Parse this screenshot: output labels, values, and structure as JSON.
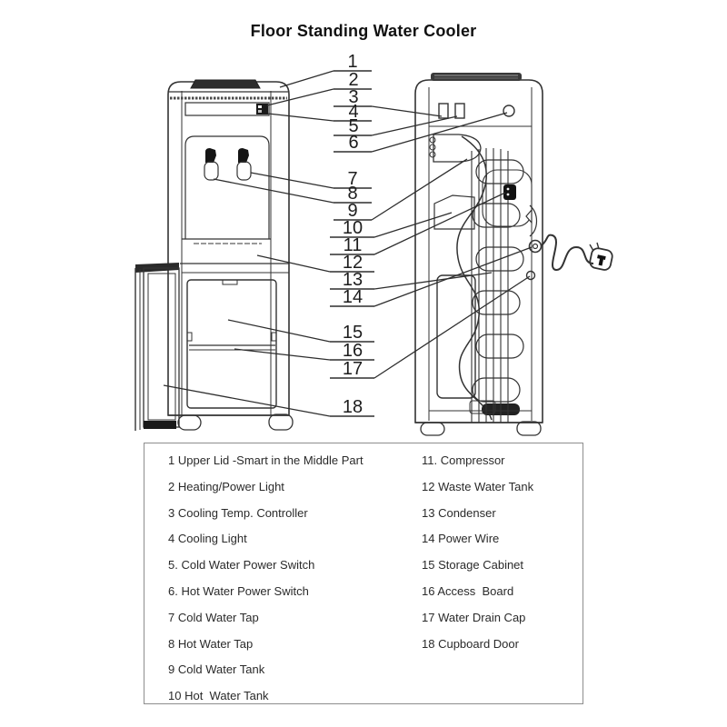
{
  "title": "Floor Standing Water Cooler",
  "colors": {
    "ink": "#333333",
    "paper": "#ffffff",
    "dark_fill": "#262626"
  },
  "callouts": [
    "1",
    "2",
    "3",
    "4",
    "5",
    "6",
    "7",
    "8",
    "9",
    "10",
    "11",
    "12",
    "13",
    "14",
    "15",
    "16",
    "17",
    "18"
  ],
  "legend": {
    "left": [
      "1 Upper Lid -Smart in the Middle Part",
      "2 Heating/Power Light",
      "3 Cooling Temp. Controller",
      "4 Cooling Light",
      "5. Cold Water Power Switch",
      "6. Hot Water Power Switch",
      "7 Cold Water Tap",
      "8 Hot Water Tap",
      "9 Cold Water Tank",
      "10 Hot  Water Tank"
    ],
    "right": [
      "11. Compressor",
      "12 Waste Water Tank",
      "13 Condenser",
      "14 Power Wire",
      "15 Storage Cabinet",
      "16 Access  Board",
      "17 Water Drain Cap",
      "18 Cupboard Door"
    ]
  }
}
